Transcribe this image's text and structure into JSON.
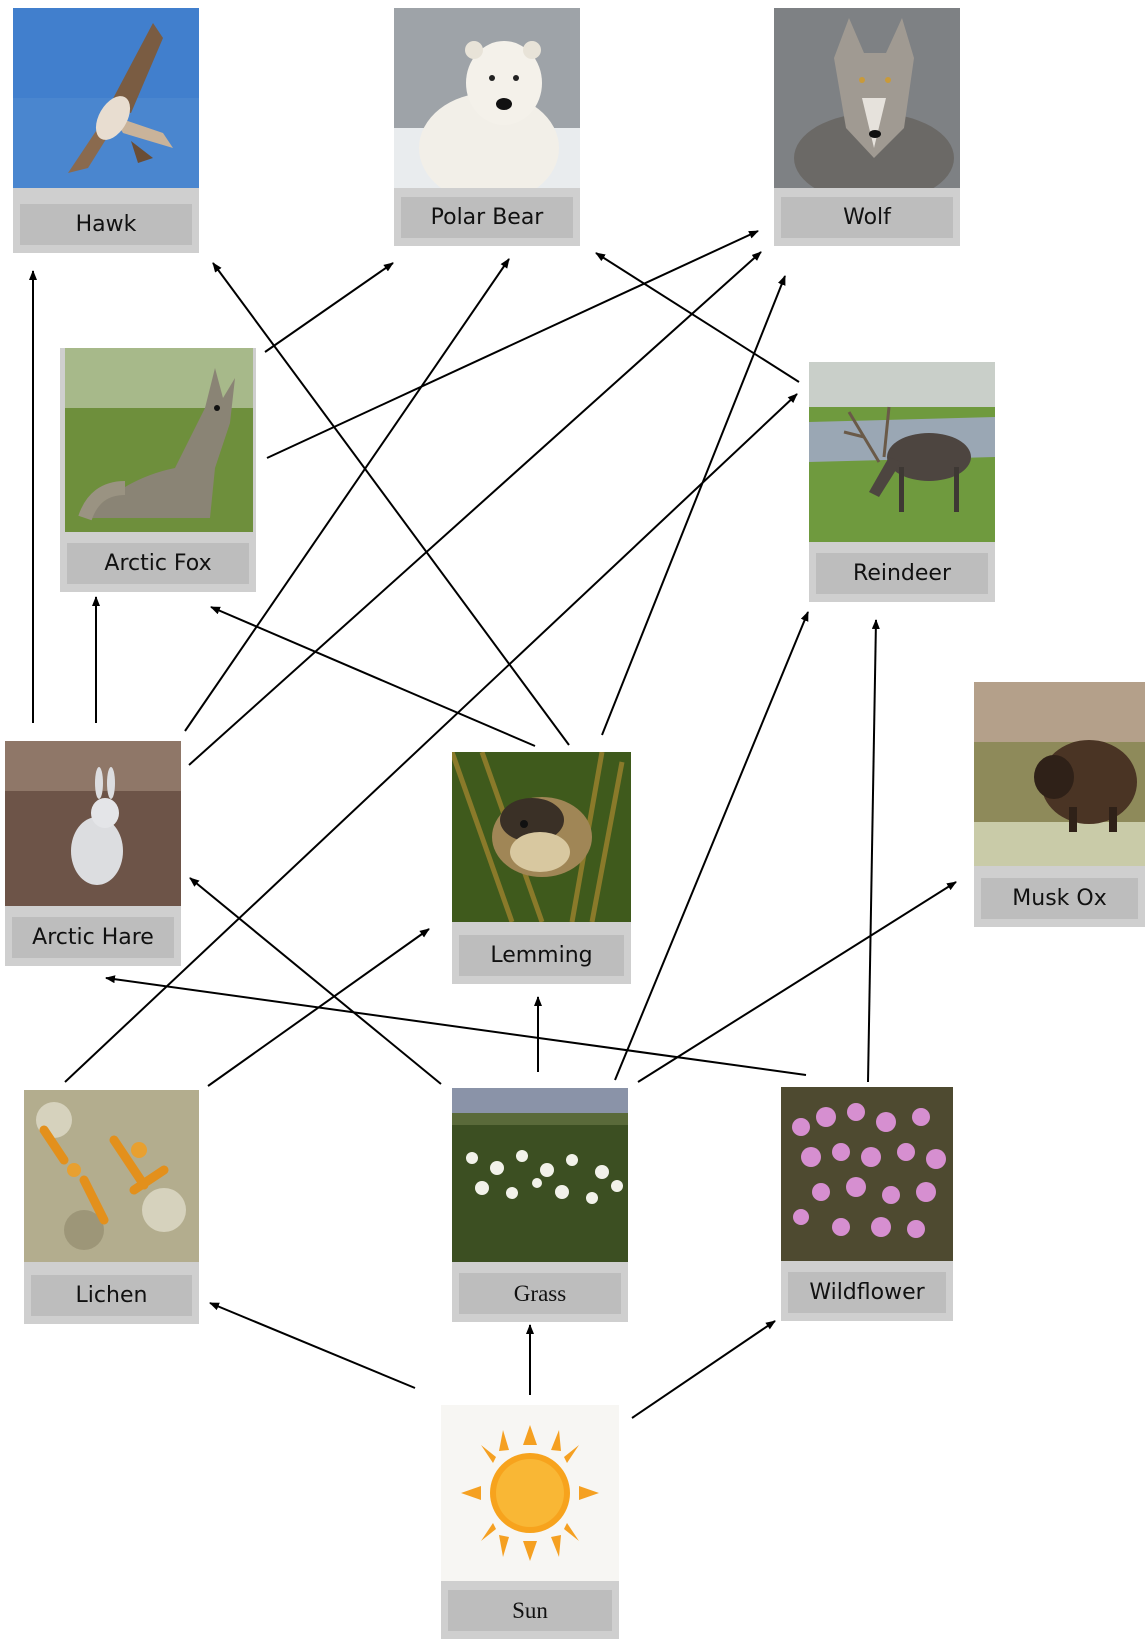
{
  "nodes": {
    "hawk": {
      "label": "Hawk",
      "icon": "hawk-photo"
    },
    "polar_bear": {
      "label": "Polar Bear",
      "icon": "polar-bear-photo"
    },
    "wolf": {
      "label": "Wolf",
      "icon": "wolf-photo"
    },
    "arctic_fox": {
      "label": "Arctic Fox",
      "icon": "arctic-fox-photo"
    },
    "reindeer": {
      "label": "Reindeer",
      "icon": "reindeer-photo"
    },
    "musk_ox": {
      "label": "Musk Ox",
      "icon": "musk-ox-photo"
    },
    "arctic_hare": {
      "label": "Arctic Hare",
      "icon": "arctic-hare-photo"
    },
    "lemming": {
      "label": "Lemming",
      "icon": "lemming-photo"
    },
    "lichen": {
      "label": "Lichen",
      "icon": "lichen-photo"
    },
    "grass": {
      "label": "Grass",
      "icon": "grass-photo"
    },
    "wildflower": {
      "label": "Wildflower",
      "icon": "wildflower-photo"
    },
    "sun": {
      "label": "Sun",
      "icon": "sun-icon"
    }
  },
  "edges": [
    {
      "from": "sun",
      "to": "lichen"
    },
    {
      "from": "sun",
      "to": "grass"
    },
    {
      "from": "sun",
      "to": "wildflower"
    },
    {
      "from": "lichen",
      "to": "reindeer"
    },
    {
      "from": "lichen",
      "to": "lemming"
    },
    {
      "from": "grass",
      "to": "lemming"
    },
    {
      "from": "grass",
      "to": "arctic_hare"
    },
    {
      "from": "grass",
      "to": "reindeer"
    },
    {
      "from": "grass",
      "to": "musk_ox"
    },
    {
      "from": "wildflower",
      "to": "arctic_hare"
    },
    {
      "from": "wildflower",
      "to": "reindeer"
    },
    {
      "from": "arctic_hare",
      "to": "hawk"
    },
    {
      "from": "arctic_hare",
      "to": "arctic_fox"
    },
    {
      "from": "arctic_hare",
      "to": "polar_bear"
    },
    {
      "from": "arctic_hare",
      "to": "wolf"
    },
    {
      "from": "lemming",
      "to": "hawk"
    },
    {
      "from": "lemming",
      "to": "arctic_fox"
    },
    {
      "from": "lemming",
      "to": "wolf"
    },
    {
      "from": "arctic_fox",
      "to": "polar_bear"
    },
    {
      "from": "arctic_fox",
      "to": "wolf"
    },
    {
      "from": "reindeer",
      "to": "polar_bear"
    }
  ]
}
